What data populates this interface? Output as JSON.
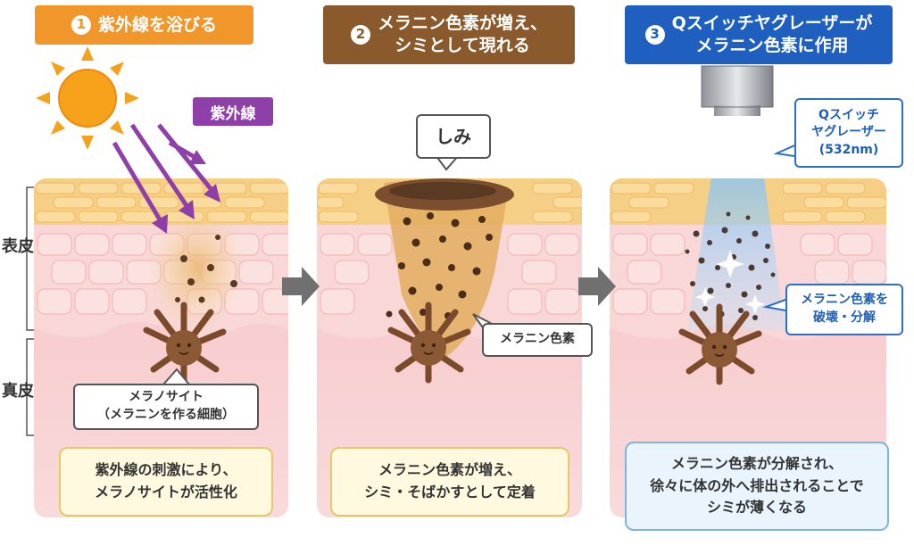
{
  "steps": [
    {
      "number": "1",
      "title": "紫外線を浴びる",
      "color": "#f0962b"
    },
    {
      "number": "2",
      "title_line1": "メラニン色素が増え、",
      "title_line2": "シミとして現れる",
      "color": "#8a5a2c"
    },
    {
      "number": "3",
      "title_line1": "Qスイッチヤグレーザーが",
      "title_line2": "メラニン色素に作用",
      "color": "#1f5fbf"
    }
  ],
  "layers": {
    "epidermis": "表皮",
    "dermis": "真皮"
  },
  "panel1": {
    "uv_label": "紫外線",
    "melanocyte_line1": "メラノサイト",
    "melanocyte_line2": "（メラニンを作る細胞）",
    "caption_line1": "紫外線の刺激により、",
    "caption_line2": "メラノサイトが活性化"
  },
  "panel2": {
    "spot_label": "しみ",
    "melanin_label": "メラニン色素",
    "caption_line1": "メラニン色素が増え、",
    "caption_line2": "シミ・そばかすとして定着"
  },
  "panel3": {
    "laser_line1": "Qスイッチ",
    "laser_line2": "ヤグレーザー",
    "laser_line3": "(532nm)",
    "destroy_line1": "メラニン色素を",
    "destroy_line2": "破壊・分解",
    "caption_line1": "メラニン色素が分解され、",
    "caption_line2": "徐々に体の外へ排出されることで",
    "caption_line3": "シミが薄くなる"
  },
  "colors": {
    "uv": "#8e3fa8",
    "sun": "#f5a11c",
    "skin_top": "#f6cf86",
    "skin_epidermis": "#f8d7d6",
    "skin_dermis": "#f4b7bb",
    "melanin": "#5a3a22",
    "laser": "#8fc7f2",
    "arrow": "#707070"
  }
}
